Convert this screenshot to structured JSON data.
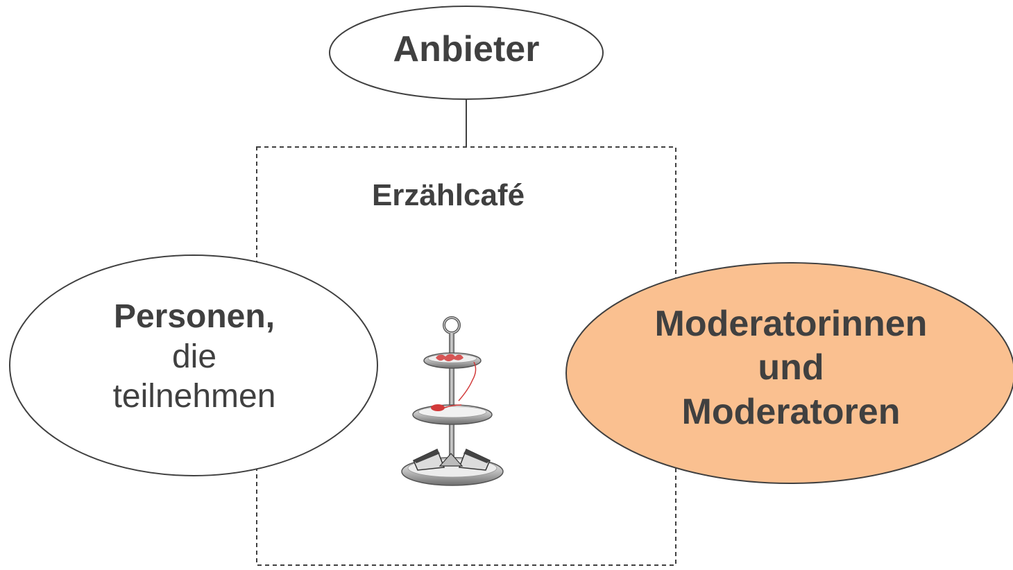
{
  "diagram": {
    "top_node": {
      "label": "Anbieter"
    },
    "center_box": {
      "title": "Erzählcafé",
      "image_icon": "cake-stand-icon"
    },
    "left_node": {
      "label_bold": "Personen,",
      "label_line2": "die",
      "label_line3": "teilnehmen"
    },
    "right_node": {
      "label_line1": "Moderatorinnen",
      "label_line2": "und",
      "label_line3": "Moderatoren",
      "fill_color": "#FAC090"
    },
    "colors": {
      "text": "#404040",
      "stroke": "#404040",
      "accent_red": "#D23A3A"
    }
  }
}
